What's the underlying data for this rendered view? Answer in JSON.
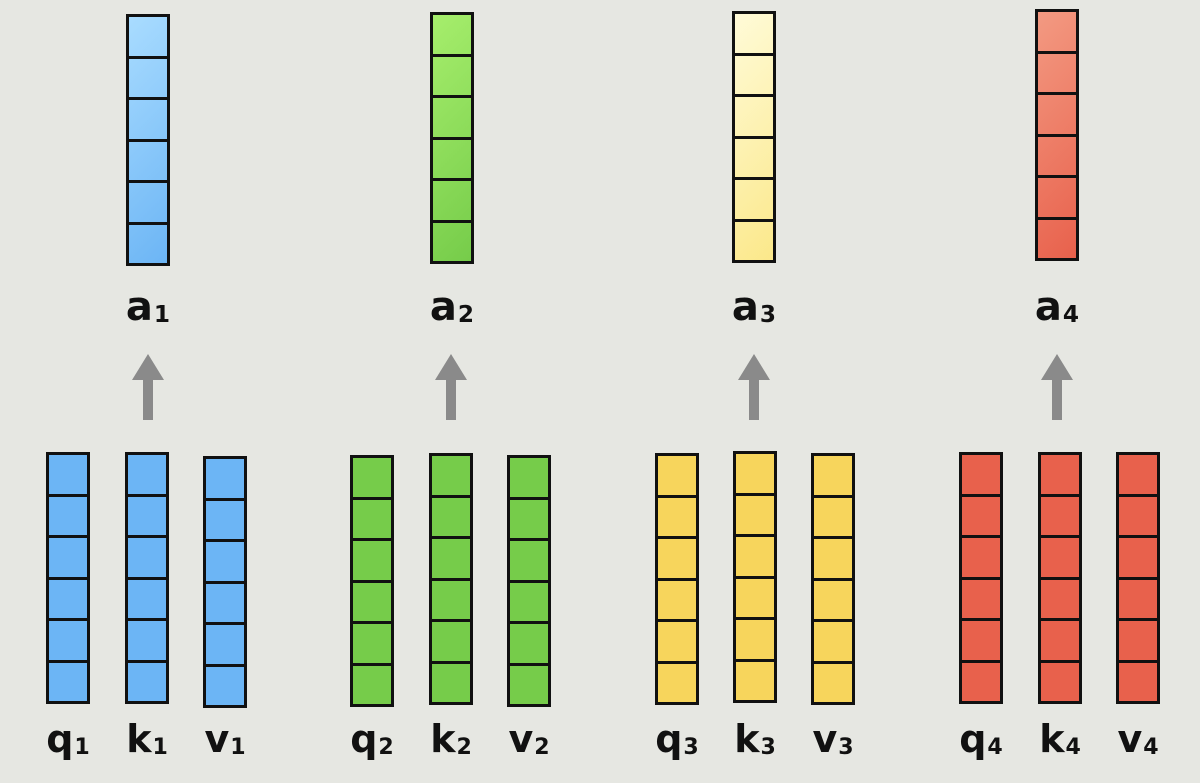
{
  "colors": {
    "blue_light": "#8fd0ff",
    "blue": "#6cb5f5",
    "green_light": "#95e65c",
    "green": "#76cc4a",
    "yellow_light": "#fff8bd",
    "yellow": "#f7d55c",
    "red_light": "#f08a72",
    "red": "#e8614c",
    "arrow": "#8a8a8a"
  },
  "groups": [
    {
      "output": {
        "base": "a",
        "sub": "1"
      },
      "vectors": [
        {
          "base": "q",
          "sub": "1"
        },
        {
          "base": "k",
          "sub": "1"
        },
        {
          "base": "v",
          "sub": "1"
        }
      ]
    },
    {
      "output": {
        "base": "a",
        "sub": "2"
      },
      "vectors": [
        {
          "base": "q",
          "sub": "2"
        },
        {
          "base": "k",
          "sub": "2"
        },
        {
          "base": "v",
          "sub": "2"
        }
      ]
    },
    {
      "output": {
        "base": "a",
        "sub": "3"
      },
      "vectors": [
        {
          "base": "q",
          "sub": "3"
        },
        {
          "base": "k",
          "sub": "3"
        },
        {
          "base": "v",
          "sub": "3"
        }
      ]
    },
    {
      "output": {
        "base": "a",
        "sub": "4"
      },
      "vectors": [
        {
          "base": "q",
          "sub": "4"
        },
        {
          "base": "k",
          "sub": "4"
        },
        {
          "base": "v",
          "sub": "4"
        }
      ]
    }
  ]
}
